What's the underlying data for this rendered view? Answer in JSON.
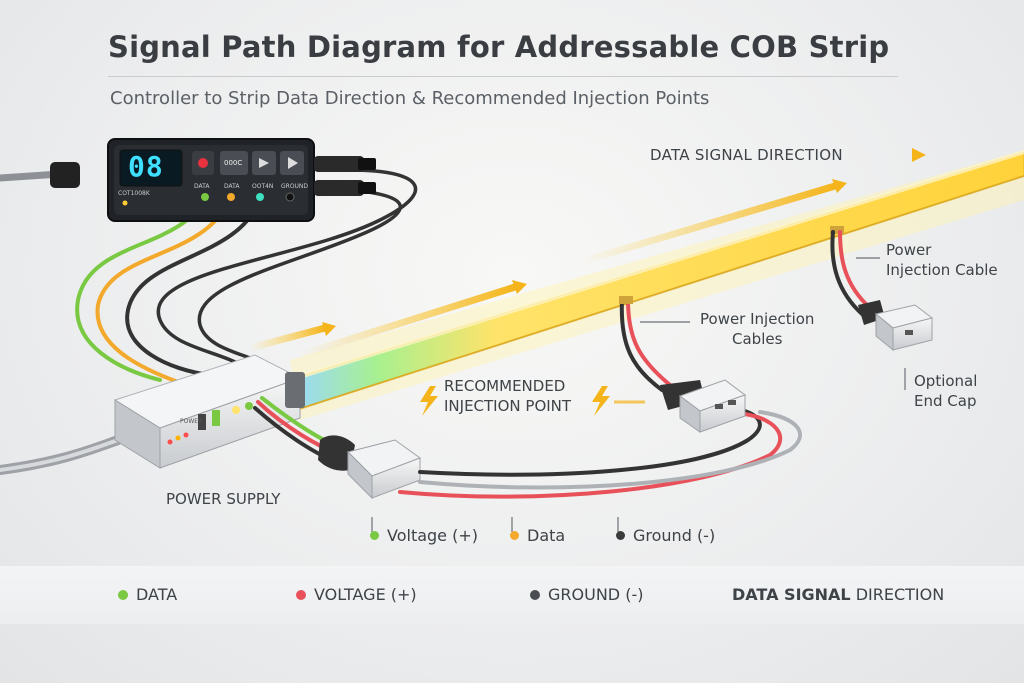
{
  "header": {
    "title": "Signal Path Diagram for Addressable COB Strip",
    "subtitle": "Controller to Strip Data Direction & Recommended Injection Points"
  },
  "controller": {
    "display_value": "08",
    "button_label": "000C",
    "port_labels": [
      "COT1008K",
      "DATA",
      "DATA",
      "OOT4N",
      "GROUND"
    ]
  },
  "labels": {
    "data_signal_direction": "DATA SIGNAL DIRECTION",
    "power_injection_cable_1": "Power",
    "power_injection_cable_2": "Injection Cable",
    "power_injection_cables_1": "Power Injection",
    "power_injection_cables_2": "Cables",
    "optional_end_cap_1": "Optional",
    "optional_end_cap_2": "End Cap",
    "recommended_1": "RECOMMENDED",
    "recommended_2": "INJECTION POINT",
    "power_supply": "POWER SUPPLY",
    "power_box_text": "POWER"
  },
  "wire_legend": [
    {
      "label": "Voltage (+)",
      "color": "#7ac943"
    },
    {
      "label": "Data",
      "color": "#f3a92b"
    },
    {
      "label": "Ground (-)",
      "color": "#3b3b3b"
    }
  ],
  "bottom_legend": {
    "data": {
      "label": "DATA",
      "color": "#7ac943"
    },
    "voltage": {
      "label": "VOLTAGE (+)",
      "color": "#e8515a"
    },
    "ground": {
      "label": "GROUND (-)",
      "color": "#4a4d52"
    },
    "direction": {
      "label_bold": "DATA SIGNAL",
      "label_rest": " DIRECTION",
      "color": "#f4b41a"
    }
  }
}
